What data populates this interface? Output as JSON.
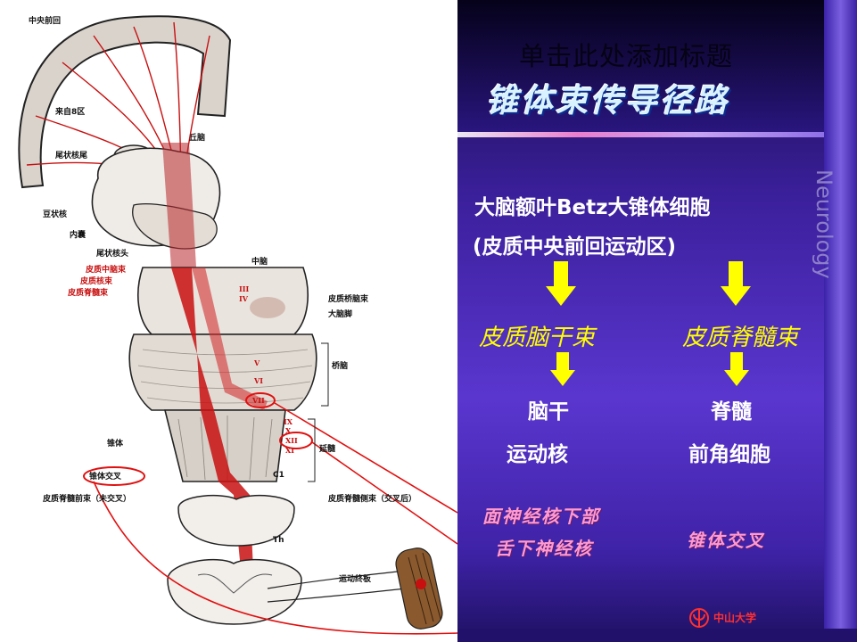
{
  "slide": {
    "placeholder_title": "单击此处添加标题",
    "title": "锥体束传导径路",
    "brand_word": "Neurology",
    "logo_text": "中山大学"
  },
  "pathway": {
    "origin": "大脑额叶Betz大锥体细胞",
    "origin_sub": "(皮质中央前回运动区)",
    "tract_left": "皮质脑干束",
    "tract_right": "皮质脊髓束",
    "left_target_1": "脑干",
    "left_target_2": "运动核",
    "right_target_1": "脊髓",
    "right_target_2": "前角细胞"
  },
  "notes": {
    "facial": "面神经核下部",
    "hypoglossal": "舌下神经核",
    "decussation": "锥体交叉"
  },
  "figure": {
    "labels": {
      "precentral": "中央前回",
      "from_area8": "来自8区",
      "caudate_tail": "尾状核尾",
      "thalamus": "丘脑",
      "lentiform": "豆状核",
      "internal_capsule": "内囊",
      "caudate_head": "尾状核头",
      "corticomesencephalic": "皮质中脑束",
      "corticopontine": "皮质核束",
      "corticospinal": "皮质脊髓束",
      "midbrain": "中脑",
      "corticopontine_tract": "皮质桥脑束",
      "cerebral_peduncle": "大脑脚",
      "pons": "桥脑",
      "medulla": "延髓",
      "pyramid": "锥体",
      "decussation": "锥体交叉",
      "anterior_tract": "皮质脊髓前束（未交叉）",
      "lateral_tract": "皮质脊髓侧束（交叉后）",
      "c1": "C1",
      "th": "Th",
      "motor_endplate": "运动终板",
      "n3": "III",
      "n4": "IV",
      "n5": "V",
      "n6": "VI",
      "n7": "VII",
      "n9": "IX",
      "n10": "X",
      "n12": "XII",
      "n11": "XI"
    }
  },
  "colors": {
    "tract_red": "#c81010",
    "yellow": "#ffff00",
    "pink": "#ff9ad0",
    "background": "#4a2cbf"
  }
}
